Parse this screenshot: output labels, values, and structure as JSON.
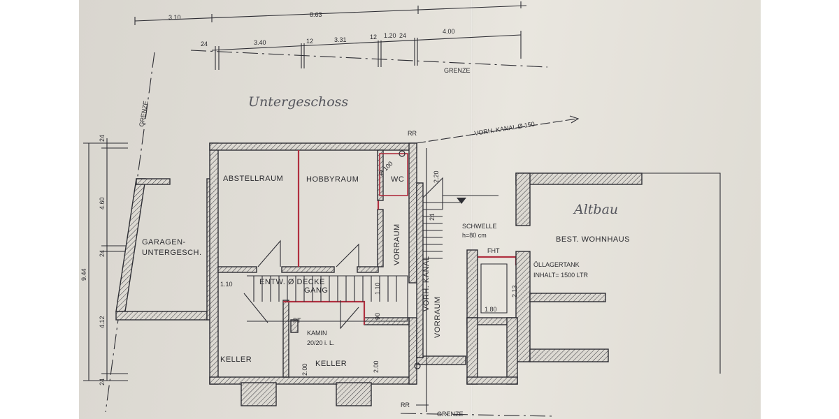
{
  "title": "Untergeschoss",
  "annex_title": "Altbau",
  "rooms": {
    "abstellraum": "ABSTELLRAUM",
    "hobbyraum": "HOBBYRAUM",
    "wc": "WC",
    "garage_line1": "GARAGEN-",
    "garage_line2": "UNTERGESCH.",
    "vorraum": "VORRAUM",
    "vorraum2": "VORRAUM",
    "gang": "GANG",
    "entw_decke": "ENTW. Ø DECKE",
    "keller_left": "KELLER",
    "keller_right": "KELLER",
    "kamin_line1": "KAMIN",
    "kamin_line2": "20/20 i. L.",
    "pt": "PT",
    "bestand": "BEST. WOHNHAUS",
    "fht": "FHT",
    "schwelle_line1": "SCHWELLE",
    "schwelle_line2": "h=80 cm",
    "tank_line1": "ÖLLAGERTANK",
    "tank_line2": "INHALT= 1500 LTR",
    "vorh_kanal": "VORH. KANAL"
  },
  "annotations": {
    "grenze_top": "GRENZE",
    "grenze_left": "GRENZE",
    "grenze_bottom": "GRENZE",
    "kanal_pipe": "VORH. KANAL  Ø 150",
    "rr_top": "RR",
    "rr_bottom": "RR",
    "wc_pipe": "Ø 100"
  },
  "dimensions": {
    "top_row1": [
      "3.10",
      "8.63"
    ],
    "top_row2": [
      "24",
      "3.40",
      "12",
      "3.31",
      "12",
      "1.20",
      "24",
      "4.00"
    ],
    "left": [
      "24",
      "4.60",
      "24",
      "4.12",
      "24"
    ],
    "left_total": "9.44",
    "gang_left": "1.10",
    "gang_right": "1.10",
    "gang_lower": "90",
    "keller_a": "2.00",
    "keller_b": "2.00",
    "vorraum_height": "2.20",
    "tank_width": "1.80",
    "tank_height": "2.13",
    "vorraum_24": "24"
  }
}
